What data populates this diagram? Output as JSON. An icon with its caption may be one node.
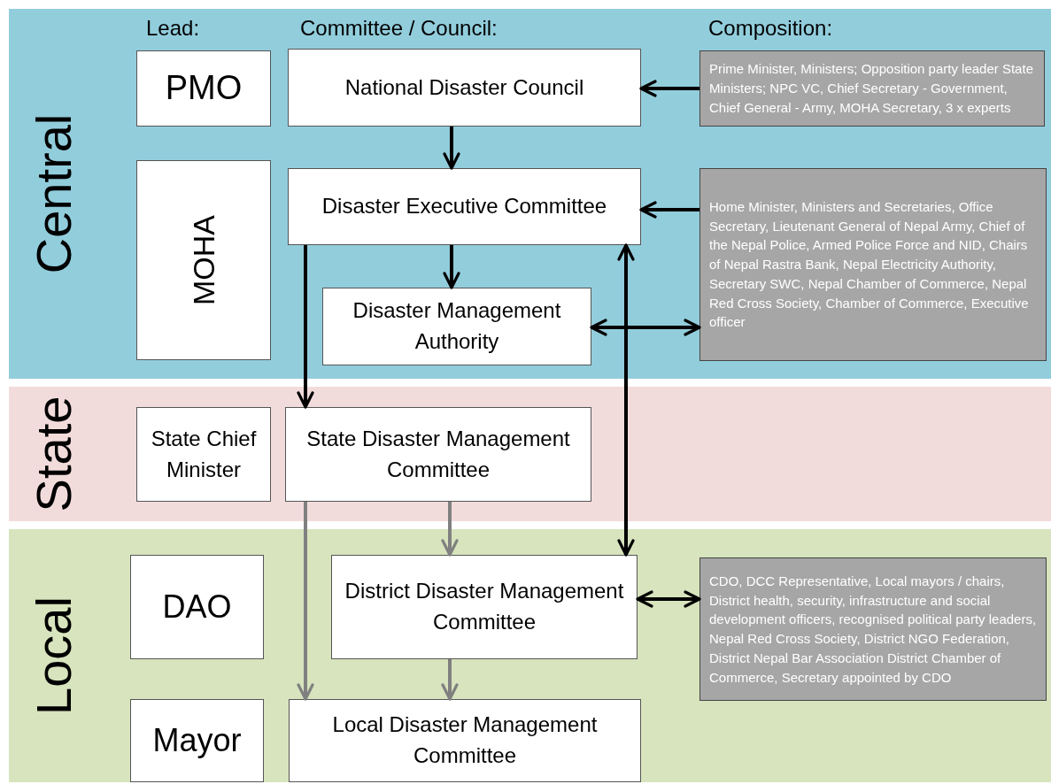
{
  "diagram": {
    "nodes": [
      {
        "text": [
          "Central"
        ]
      },
      {
        "text": [
          "PMO"
        ],
        "in": 0
      },
      {
        "text": [
          "National Disaster Council"
        ],
        "in": 0
      },
      {
        "text": [
          "Prime Minister,  Ministers;  Opposition party leader State Ministers; NPC VC, Chief Secretary - Government,  Chief General  - Army, MOHA Secretary, 3 x experts"
        ],
        "in": 0
      },
      {
        "text": [
          "MOHA"
        ],
        "in": 0
      },
      {
        "text": [
          "Disaster Executive Committee"
        ],
        "in": 0
      },
      {
        "text": [
          "Disaster Management Authority"
        ],
        "in": 0
      },
      {
        "text": [
          "Home Minister, Ministers and Secretaries,  Office Secretary, Lieutenant General of  Nepal Army, Chief of the Nepal Police, Armed Police Force and NID, Chairs of Nepal Rastra Bank, Nepal Electricity Authority, Secretary SWC, Nepal Chamber of Commerce,  Nepal Red Cross Society, Chamber of Commerce, Executive officer"
        ],
        "in": 0
      },
      {
        "text": [
          "State"
        ]
      },
      {
        "text": [
          "State Chief Minister"
        ],
        "in": 8
      },
      {
        "text": [
          "State Disaster Management Committee"
        ],
        "in": 8
      },
      {
        "text": [
          "Local"
        ]
      },
      {
        "text": [
          "DAO"
        ],
        "in": 11
      },
      {
        "text": [
          "District Disaster Management Committee"
        ],
        "in": 11
      },
      {
        "text": [
          "CDO, DCC Representative, Local mayors / chairs, District health, security, infrastructure and social development officers, recognised political party leaders, Nepal Red Cross Society, District NGO Federation, District Nepal Bar Association District Chamber of Commerce, Secretary appointed by CDO"
        ],
        "in": 11
      },
      {
        "text": [
          "Mayor"
        ],
        "in": 11
      },
      {
        "text": [
          "Local Disaster Management Committee"
        ],
        "in": 11
      }
    ],
    "edges": [
      {
        "from": 3,
        "to": 2,
        "arrow": "to"
      },
      {
        "from": 2,
        "to": 5,
        "arrow": "to"
      },
      {
        "from": 5,
        "to": 6,
        "arrow": "to"
      },
      {
        "from": 6,
        "to": 7,
        "arrow": "both"
      },
      {
        "from": 7,
        "to": 5,
        "arrow": "to"
      },
      {
        "from": 5,
        "to": 10,
        "arrow": "to"
      },
      {
        "from": 5,
        "to": 13,
        "arrow": "both"
      },
      {
        "from": 10,
        "to": 13,
        "arrow": "to",
        "color": "#808080"
      },
      {
        "from": 10,
        "to": 16,
        "arrow": "to",
        "color": "#808080"
      },
      {
        "from": 13,
        "to": 16,
        "arrow": "to",
        "color": "#808080"
      },
      {
        "from": 13,
        "to": 14,
        "arrow": "both"
      }
    ],
    "labels": [
      "Lead:",
      "Committee / Council:",
      "Composition:"
    ]
  }
}
